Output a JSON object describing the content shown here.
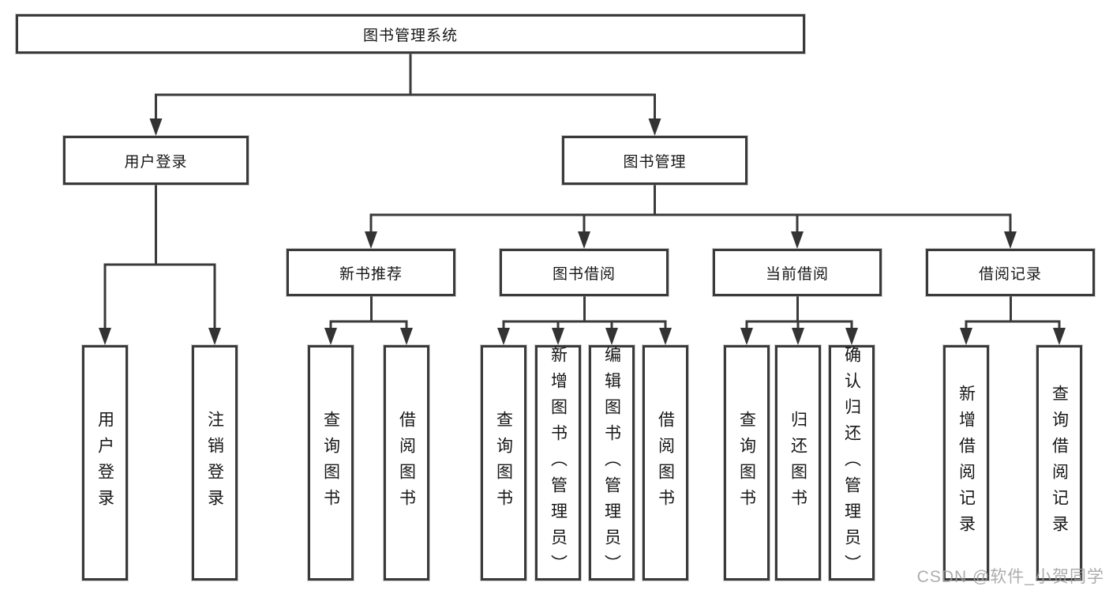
{
  "diagram": {
    "root": {
      "label": "图书管理系统"
    },
    "branches": [
      {
        "label": "用户登录",
        "leaves": [
          "用户登录",
          "注销登录"
        ]
      },
      {
        "label": "图书管理",
        "children": [
          {
            "label": "新书推荐",
            "leaves": [
              "查询图书",
              "借阅图书"
            ]
          },
          {
            "label": "图书借阅",
            "leaves": [
              "查询图书",
              "新增图书（管理员）",
              "编辑图书（管理员）",
              "借阅图书"
            ]
          },
          {
            "label": "当前借阅",
            "leaves": [
              "查询图书",
              "归还图书",
              "确认归还（管理员）"
            ]
          },
          {
            "label": "借阅记录",
            "leaves": [
              "新增借阅记录",
              "查询借阅记录"
            ]
          }
        ]
      }
    ]
  },
  "watermark": {
    "text": "CSDN @软件_小贺同学"
  },
  "colors": {
    "line": "#3a3a3a",
    "box_border": "#3a3a3a",
    "background": "#ffffff",
    "text": "#161616",
    "watermark": "#9e9e9e"
  }
}
